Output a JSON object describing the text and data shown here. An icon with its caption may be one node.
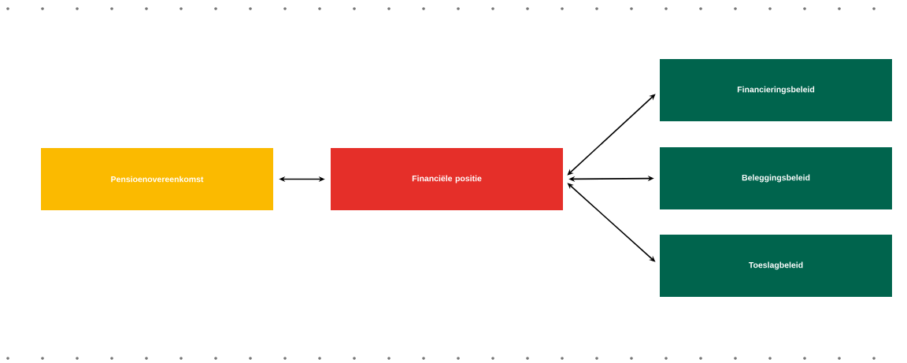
{
  "diagram": {
    "nodes": [
      {
        "text": [
          "Pensioenovereenkomst"
        ]
      },
      {
        "text": [
          "Financiële positie"
        ]
      },
      {
        "text": [
          "Financieringsbeleid"
        ]
      },
      {
        "text": [
          "Beleggingsbeleid"
        ]
      },
      {
        "text": [
          "Toeslagbeleid"
        ]
      }
    ],
    "edges": [
      {
        "from": 0,
        "to": 1,
        "arrow": "both"
      },
      {
        "from": 1,
        "to": 2,
        "arrow": "both"
      },
      {
        "from": 1,
        "to": 3,
        "arrow": "both"
      },
      {
        "from": 1,
        "to": 4,
        "arrow": "both"
      }
    ]
  }
}
